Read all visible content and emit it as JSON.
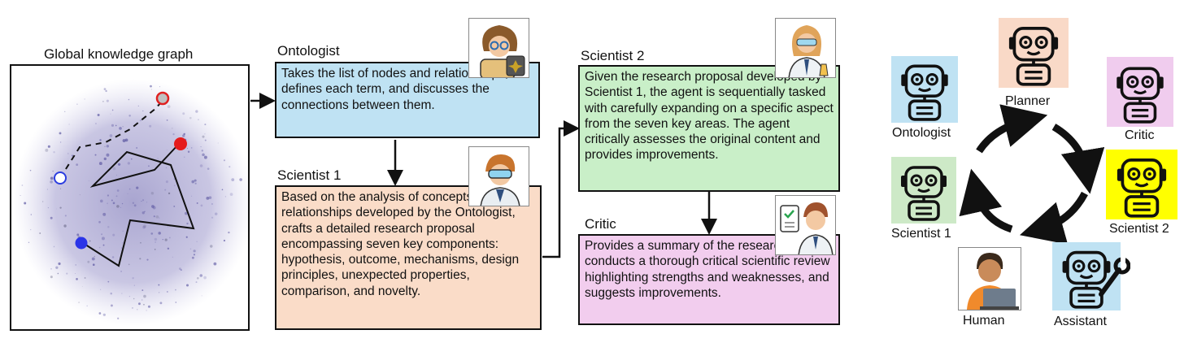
{
  "graph": {
    "title": "Global knowledge graph"
  },
  "agents": [
    {
      "key": "ontologist",
      "title": "Ontologist",
      "text": "Takes the list of nodes and relationships, defines each term, and discusses the connections between them.",
      "color": "#bfe2f3"
    },
    {
      "key": "scientist1",
      "title": "Scientist 1",
      "text": "Based on the analysis of concepts and relationships developed by the Ontologist, crafts a detailed research proposal encompassing seven key components: hypothesis, outcome, mechanisms, design principles, unexpected properties, comparison, and novelty.",
      "color": "#fadcc8"
    },
    {
      "key": "scientist2",
      "title": "Scientist 2",
      "text": "Given the research proposal developed by Scientist 1, the agent is sequentially tasked with carefully expanding on a specific aspect from the seven key areas. The agent critically assesses the original content and provides improvements.",
      "color": "#c9efc8"
    },
    {
      "key": "critic",
      "title": "Critic",
      "text": "Provides a summary of the research idea, conducts a thorough critical scientific review highlighting strengths and weaknesses, and suggests improvements.",
      "color": "#f2cdee"
    }
  ],
  "cycle": [
    {
      "label": "Planner",
      "color": "#f9d9c7"
    },
    {
      "label": "Ontologist",
      "color": "#bfe2f3"
    },
    {
      "label": "Critic",
      "color": "#f0ccee"
    },
    {
      "label": "Scientist 2",
      "color": "#ffff00"
    },
    {
      "label": "Scientist 1",
      "color": "#cde9c7"
    },
    {
      "label": "Assistant",
      "color": "#bfe2f3"
    },
    {
      "label": "Human",
      "color": "#ffffff"
    }
  ],
  "icons": [
    "ontologist-avatar-icon",
    "scientist-avatar-icon",
    "scientist-female-avatar-icon",
    "critic-avatar-icon",
    "robot-icon",
    "human-laptop-icon",
    "wrench-icon"
  ]
}
